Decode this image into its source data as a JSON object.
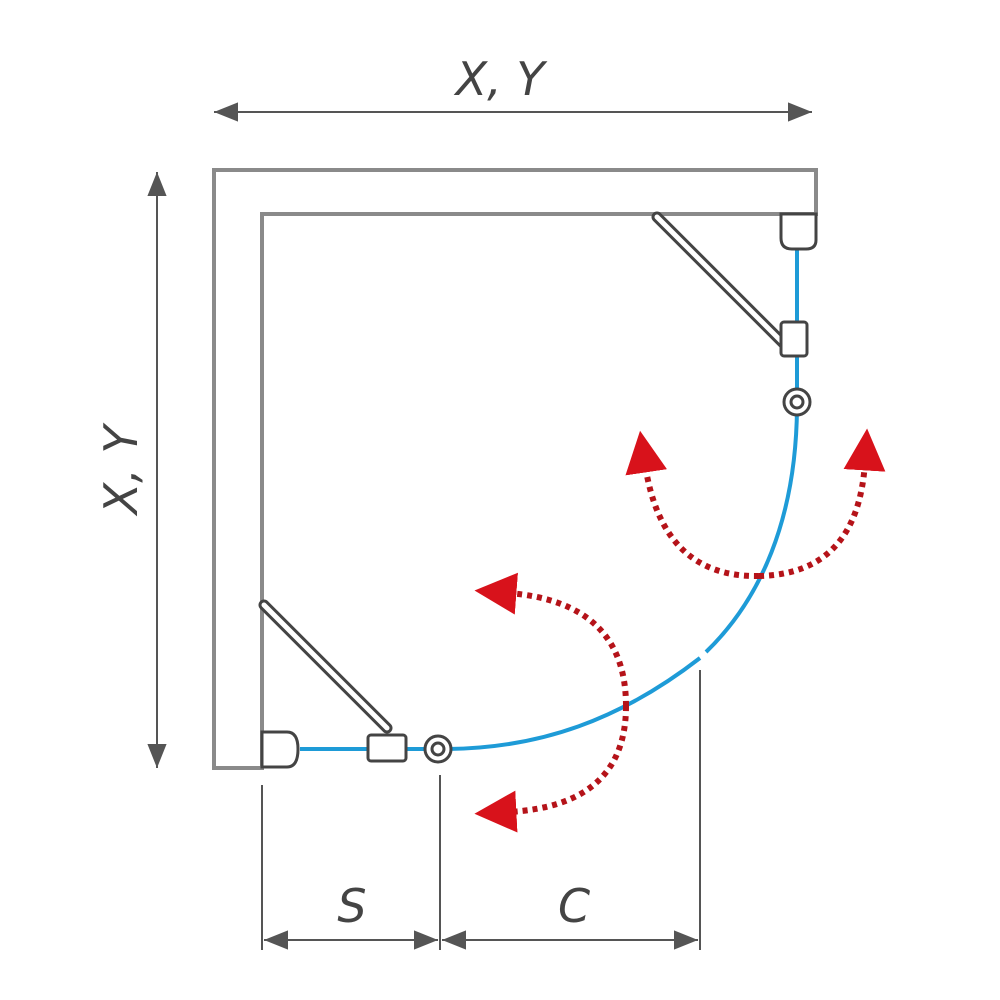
{
  "labels": {
    "top_width": "X, Y",
    "left_depth": "X, Y",
    "side_panel": "S",
    "door_opening": "C"
  },
  "colors": {
    "wall": "#8a8a8a",
    "glass": "#1e9bd7",
    "hardware": "#444444",
    "swing_arrow": "#b51319",
    "dimension": "#555555"
  },
  "icons": [
    "hinge-icon",
    "knob-icon",
    "swing-arrow-icon",
    "dimension-arrow-icon"
  ]
}
